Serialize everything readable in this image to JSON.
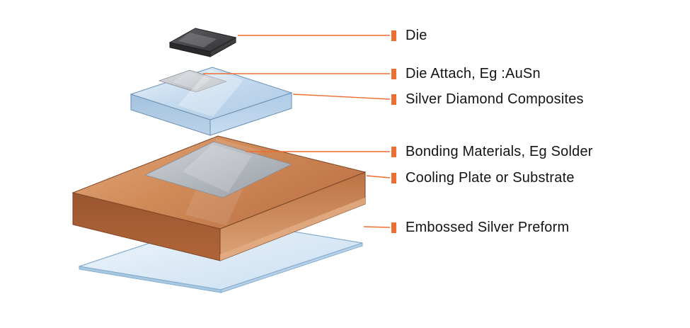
{
  "figure": {
    "description": "Exploded stack diagram of die attach assembly"
  },
  "labels": [
    {
      "id": "die",
      "text": "Die"
    },
    {
      "id": "die-attach",
      "text": "Die Attach, Eg :AuSn"
    },
    {
      "id": "silver-diamond-composites",
      "text": "Silver Diamond Composites"
    },
    {
      "id": "bonding-materials",
      "text": "Bonding Materials, Eg Solder"
    },
    {
      "id": "cooling-plate",
      "text": "Cooling Plate or Substrate"
    },
    {
      "id": "embossed-silver-preform",
      "text": "Embossed Silver Preform"
    }
  ],
  "colors": {
    "accent": "#ED6E31",
    "text": "#141414",
    "copper_light": "#E3A97E",
    "copper_dark": "#9A5630",
    "blue_light": "#E8F2FB",
    "blue_dark": "#A4C2DE",
    "gray_light": "#DDE0E4",
    "gray_dark": "#999EA6",
    "die_dark": "#313134",
    "preform_blue": "#C9DEF0"
  }
}
